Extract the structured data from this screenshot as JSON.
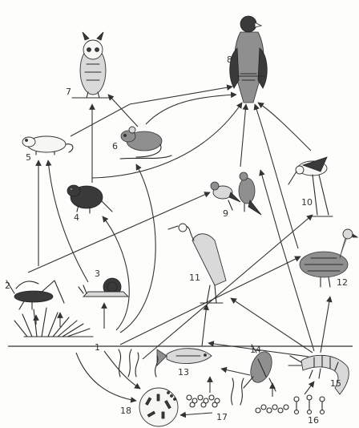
{
  "diagram": {
    "nodes": [
      {
        "id": "1",
        "label": "1",
        "icon": "grass-tuft-icon"
      },
      {
        "id": "2",
        "label": "2",
        "icon": "grasshopper-icon"
      },
      {
        "id": "3",
        "label": "3",
        "icon": "snail-icon"
      },
      {
        "id": "4",
        "label": "4",
        "icon": "vole-icon"
      },
      {
        "id": "5",
        "label": "5",
        "icon": "mouse-icon"
      },
      {
        "id": "6",
        "label": "6",
        "icon": "rat-icon"
      },
      {
        "id": "7",
        "label": "7",
        "icon": "owl-icon"
      },
      {
        "id": "8",
        "label": "8",
        "icon": "hawk-icon"
      },
      {
        "id": "9",
        "label": "9",
        "icon": "songbirds-icon"
      },
      {
        "id": "10",
        "label": "10",
        "icon": "stilt-icon"
      },
      {
        "id": "11",
        "label": "11",
        "icon": "heron-icon"
      },
      {
        "id": "12",
        "label": "12",
        "icon": "duck-icon"
      },
      {
        "id": "13",
        "label": "13",
        "icon": "fish-icon"
      },
      {
        "id": "14",
        "label": "14",
        "icon": "water-beetle-icon"
      },
      {
        "id": "15",
        "label": "15",
        "icon": "shrimp-icon"
      },
      {
        "id": "16",
        "label": "16",
        "icon": "plankton-icon"
      },
      {
        "id": "17",
        "label": "17",
        "icon": "algae-icon"
      },
      {
        "id": "18",
        "label": "18",
        "icon": "decomposers-circle-icon"
      }
    ],
    "edges": [
      [
        "1",
        "2"
      ],
      [
        "1",
        "3"
      ],
      [
        "1",
        "4"
      ],
      [
        "1",
        "5"
      ],
      [
        "1",
        "6"
      ],
      [
        "1",
        "18"
      ],
      [
        "2",
        "9"
      ],
      [
        "3",
        "5"
      ],
      [
        "4",
        "7"
      ],
      [
        "5",
        "8"
      ],
      [
        "6",
        "7"
      ],
      [
        "6",
        "8"
      ],
      [
        "9",
        "8"
      ],
      [
        "10",
        "8"
      ],
      [
        "12",
        "8"
      ],
      [
        "13",
        "10"
      ],
      [
        "13",
        "11"
      ],
      [
        "14",
        "13"
      ],
      [
        "15",
        "11"
      ],
      [
        "15",
        "12"
      ],
      [
        "15",
        "13"
      ],
      [
        "16",
        "14"
      ],
      [
        "16",
        "15"
      ],
      [
        "17",
        "13"
      ],
      [
        "17",
        "18"
      ],
      [
        "1",
        "13"
      ]
    ]
  }
}
